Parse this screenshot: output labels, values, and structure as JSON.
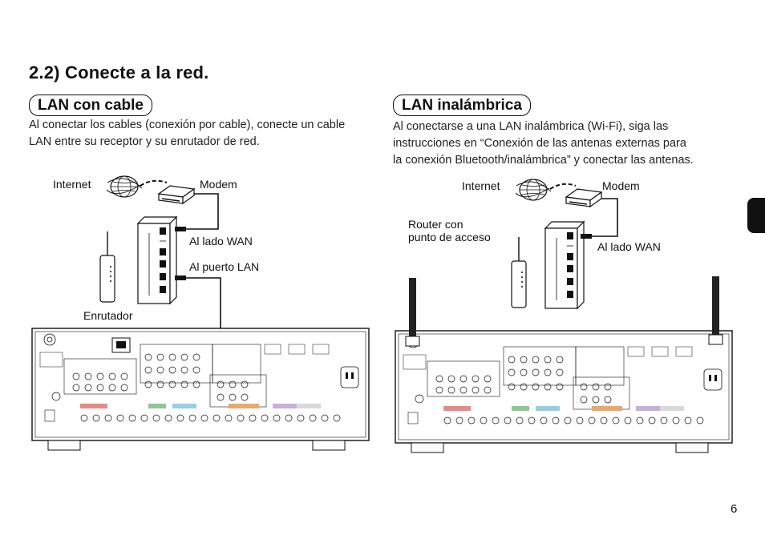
{
  "page": {
    "title": "2.2) Conecte a la red.",
    "page_number": "6"
  },
  "wired": {
    "heading": "LAN con cable",
    "text_line1": "Al conectar los cables (conexión por cable), conecte un cable",
    "text_line2": "LAN entre su receptor y su enrutador de red.",
    "labels": {
      "internet": "Internet",
      "modem": "Modem",
      "wan": "Al lado WAN",
      "lan": "Al puerto LAN",
      "router": "Enrutador"
    }
  },
  "wireless": {
    "heading": "LAN inalámbrica",
    "text_line1": "Al conectarse a una LAN inalámbrica (Wi-Fi), siga las",
    "text_line2": "instrucciones en “Conexión de las antenas externas para",
    "text_line3": "la conexión Bluetooth/inalámbrica” y conectar las antenas.",
    "labels": {
      "internet": "Internet",
      "modem": "Modem",
      "router_line1": "Router con",
      "router_line2": "punto de acceso",
      "wan": "Al lado WAN"
    }
  },
  "icons": {
    "globe": "globe-icon",
    "modem": "modem-icon",
    "router": "router-icon",
    "switch": "network-switch-icon",
    "receiver": "av-receiver-rear-panel-icon",
    "antenna": "antenna-icon"
  }
}
